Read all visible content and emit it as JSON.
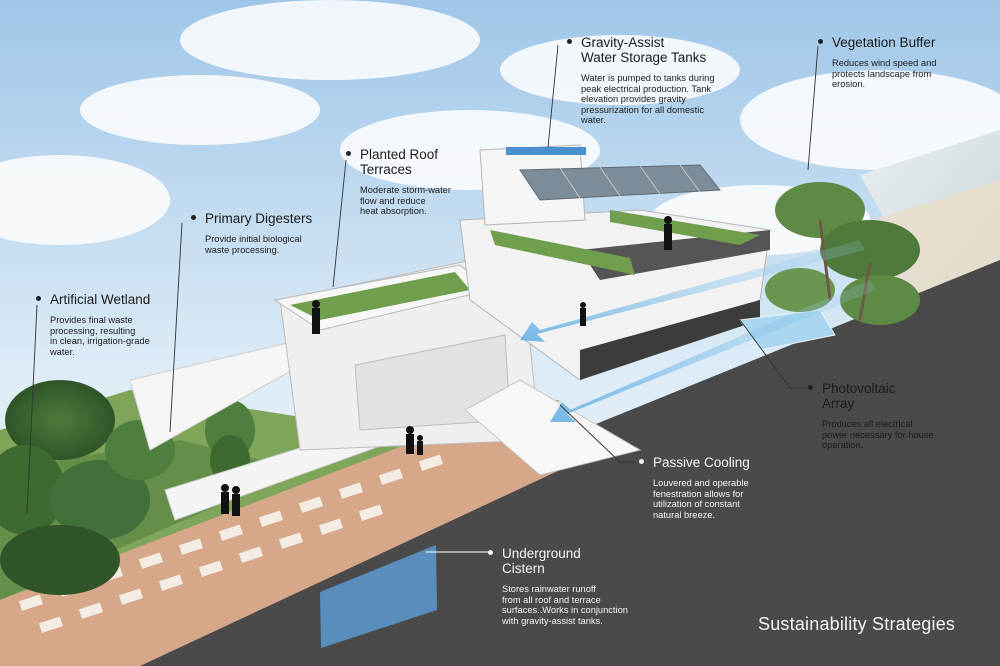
{
  "footer": {
    "title": "Sustainability Strategies"
  },
  "callouts": {
    "wetland": {
      "title": "Artificial Wetland",
      "text": "Provides final waste\nprocessing, resulting\nin clean, irrigation-grade\nwater."
    },
    "digesters": {
      "title": "Primary Digesters",
      "text": "Provide initial biological\nwaste processing."
    },
    "roof": {
      "title": "Planted Roof\nTerraces",
      "text": "Moderate storm-water\nflow and reduce\nheat absorption."
    },
    "tanks": {
      "title": "Gravity-Assist\nWater Storage Tanks",
      "text": "Water is pumped to tanks during\npeak electrical production. Tank\nelevation provides gravity\npressurization for all domestic\nwater."
    },
    "vegetation": {
      "title": "Vegetation Buffer",
      "text": "Reduces wind speed and\nprotects landscape from\nerosion."
    },
    "pv": {
      "title": "Photovoltaic\nArray",
      "text": "Produces all electrical\npower necessary for house\noperation."
    },
    "cooling": {
      "title": "Passive Cooling",
      "text": "Louvered and operable\nfenestration allows for\nutilization of constant\nnatural breeze."
    },
    "cistern": {
      "title": "Underground\nCistern",
      "text": "Stores rainwater runoff\nfrom all roof and terrace\nsurfaces..Works in conjunction\nwith gravity-assist tanks."
    }
  },
  "colors": {
    "ground": "#4a4a4a",
    "path": "#d7a78a",
    "grass": "#7ea55a",
    "water": "#4a90d0",
    "sky": "#cfe3f3"
  }
}
